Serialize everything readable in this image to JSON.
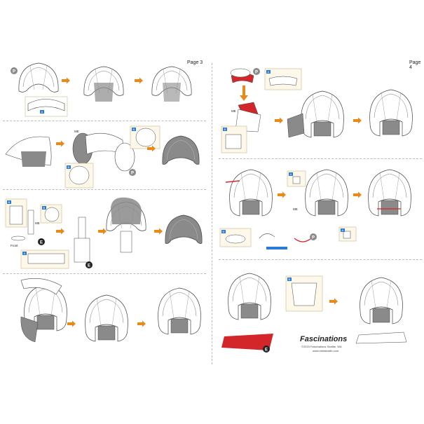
{
  "left_page": {
    "label": "Page 3"
  },
  "right_page": {
    "label": "Page 4"
  },
  "brand": {
    "name": "Fascinations",
    "copyright": "©2015 Fascinations Seattle, WA",
    "website": "www.metalearth.com"
  },
  "part_tags": {
    "p": "P",
    "me": "ME",
    "a": "A",
    "b": "B",
    "e": "E",
    "front": "Front"
  },
  "colors": {
    "arrow": "#e88a1a",
    "accent_red": "#d3262a",
    "blue_marker": "#2a7bd3",
    "dim_shade": "#8a8a8a"
  }
}
